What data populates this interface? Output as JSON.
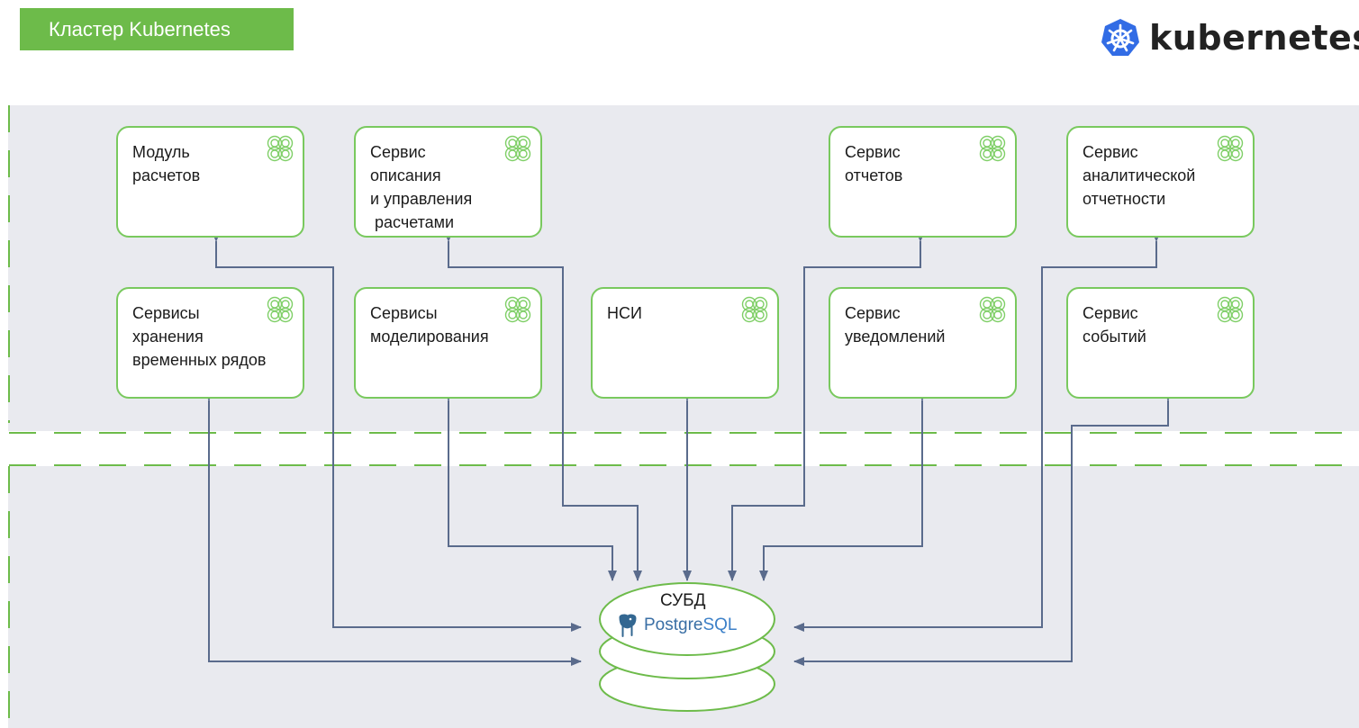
{
  "header": {
    "tag_label": "Кластер Kubernetes",
    "logo_text": "kubernetes",
    "logo_icon": "kubernetes-helm-icon"
  },
  "colors": {
    "green": "#6dbb4a",
    "box_border": "#79c95e",
    "zone_bg": "#e9eaef",
    "arrow": "#5a6b8c",
    "dash": "#6dbb4a"
  },
  "main": {
    "nodes": [
      {
        "label": "Модуль\nрасчетов"
      },
      {
        "label": "Сервис\nописания\nи управления\n расчетами"
      },
      {
        "label": "Сервис\nотчетов"
      },
      {
        "label": "Сервис\nаналитической\nотчетности"
      },
      {
        "label": "Сервисы\nхранения\nвременных рядов"
      },
      {
        "label": "Сервисы\nмоделирования"
      },
      {
        "label": "НСИ"
      },
      {
        "label": "Сервис\nуведомлений"
      },
      {
        "label": "Сервис\nсобытий"
      }
    ],
    "node_icon": "pod-icon"
  },
  "database": {
    "title": "СУБД",
    "logo_word": "Postgre",
    "logo_word_sql": "SQL",
    "logo_icon": "postgresql-elephant-icon"
  }
}
